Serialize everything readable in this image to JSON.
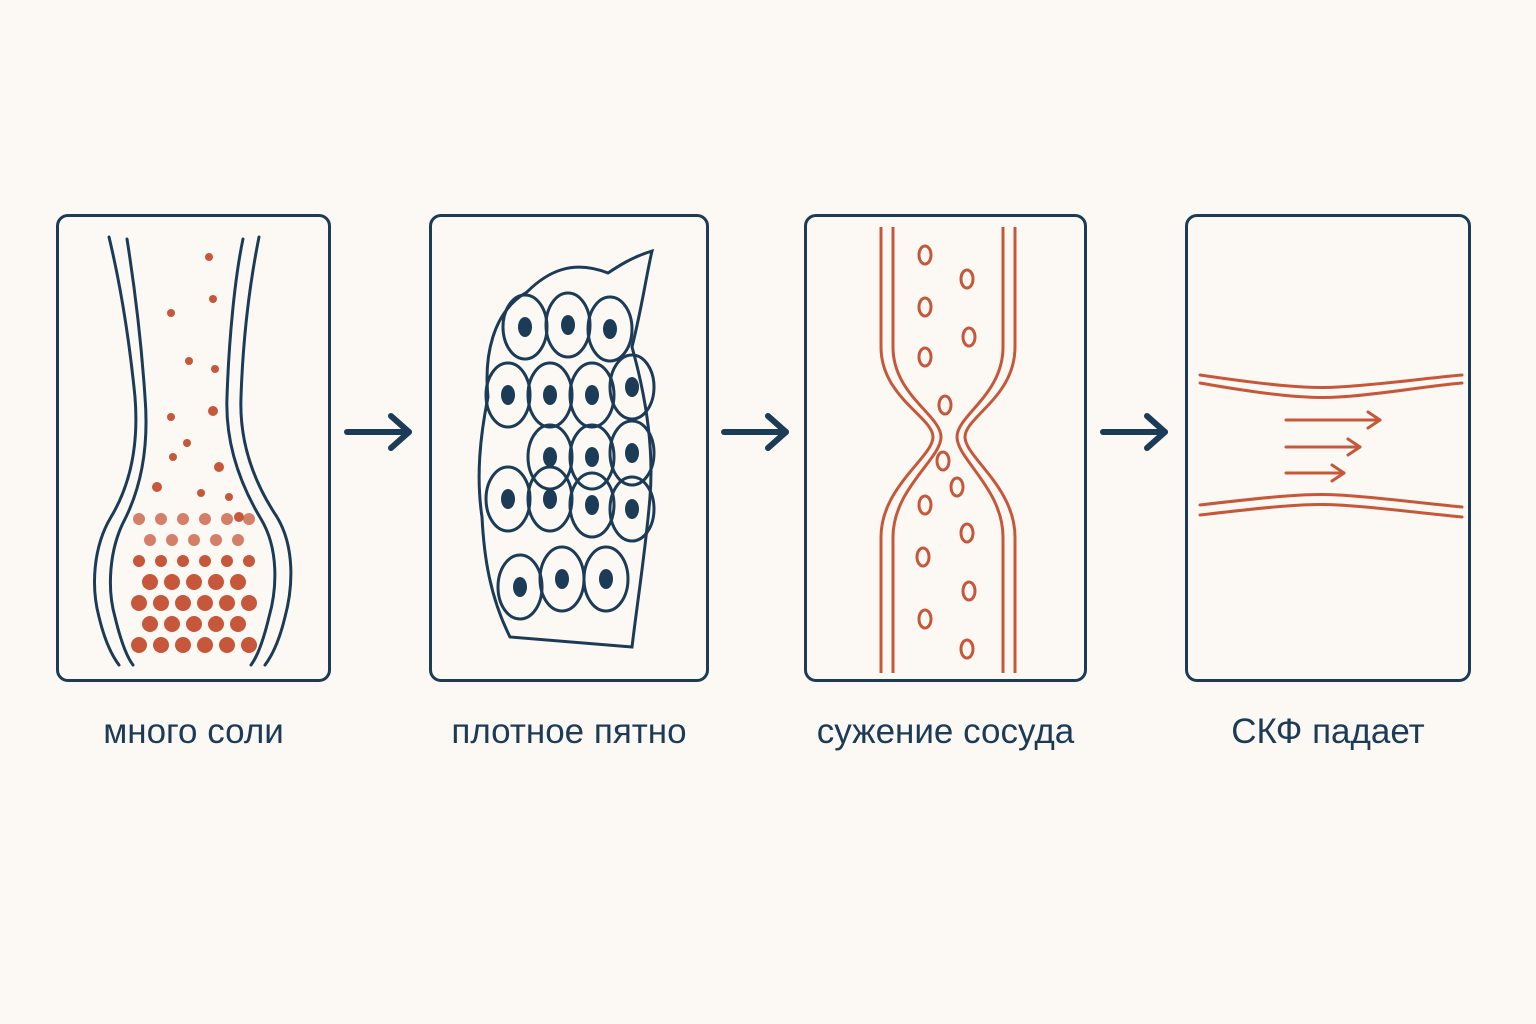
{
  "colors": {
    "background": "#fcf8f4",
    "outline": "#1b3b57",
    "accent": "#c7573a"
  },
  "steps": [
    {
      "label": "много соли",
      "icon": "salt-particles-in-tubule-icon"
    },
    {
      "label": "плотное пятно",
      "icon": "macula-densa-cells-icon"
    },
    {
      "label": "сужение сосуда",
      "icon": "vessel-constriction-icon"
    },
    {
      "label": "СКФ падает",
      "icon": "reduced-flow-icon"
    }
  ],
  "connector_icon": "right-arrow-icon"
}
